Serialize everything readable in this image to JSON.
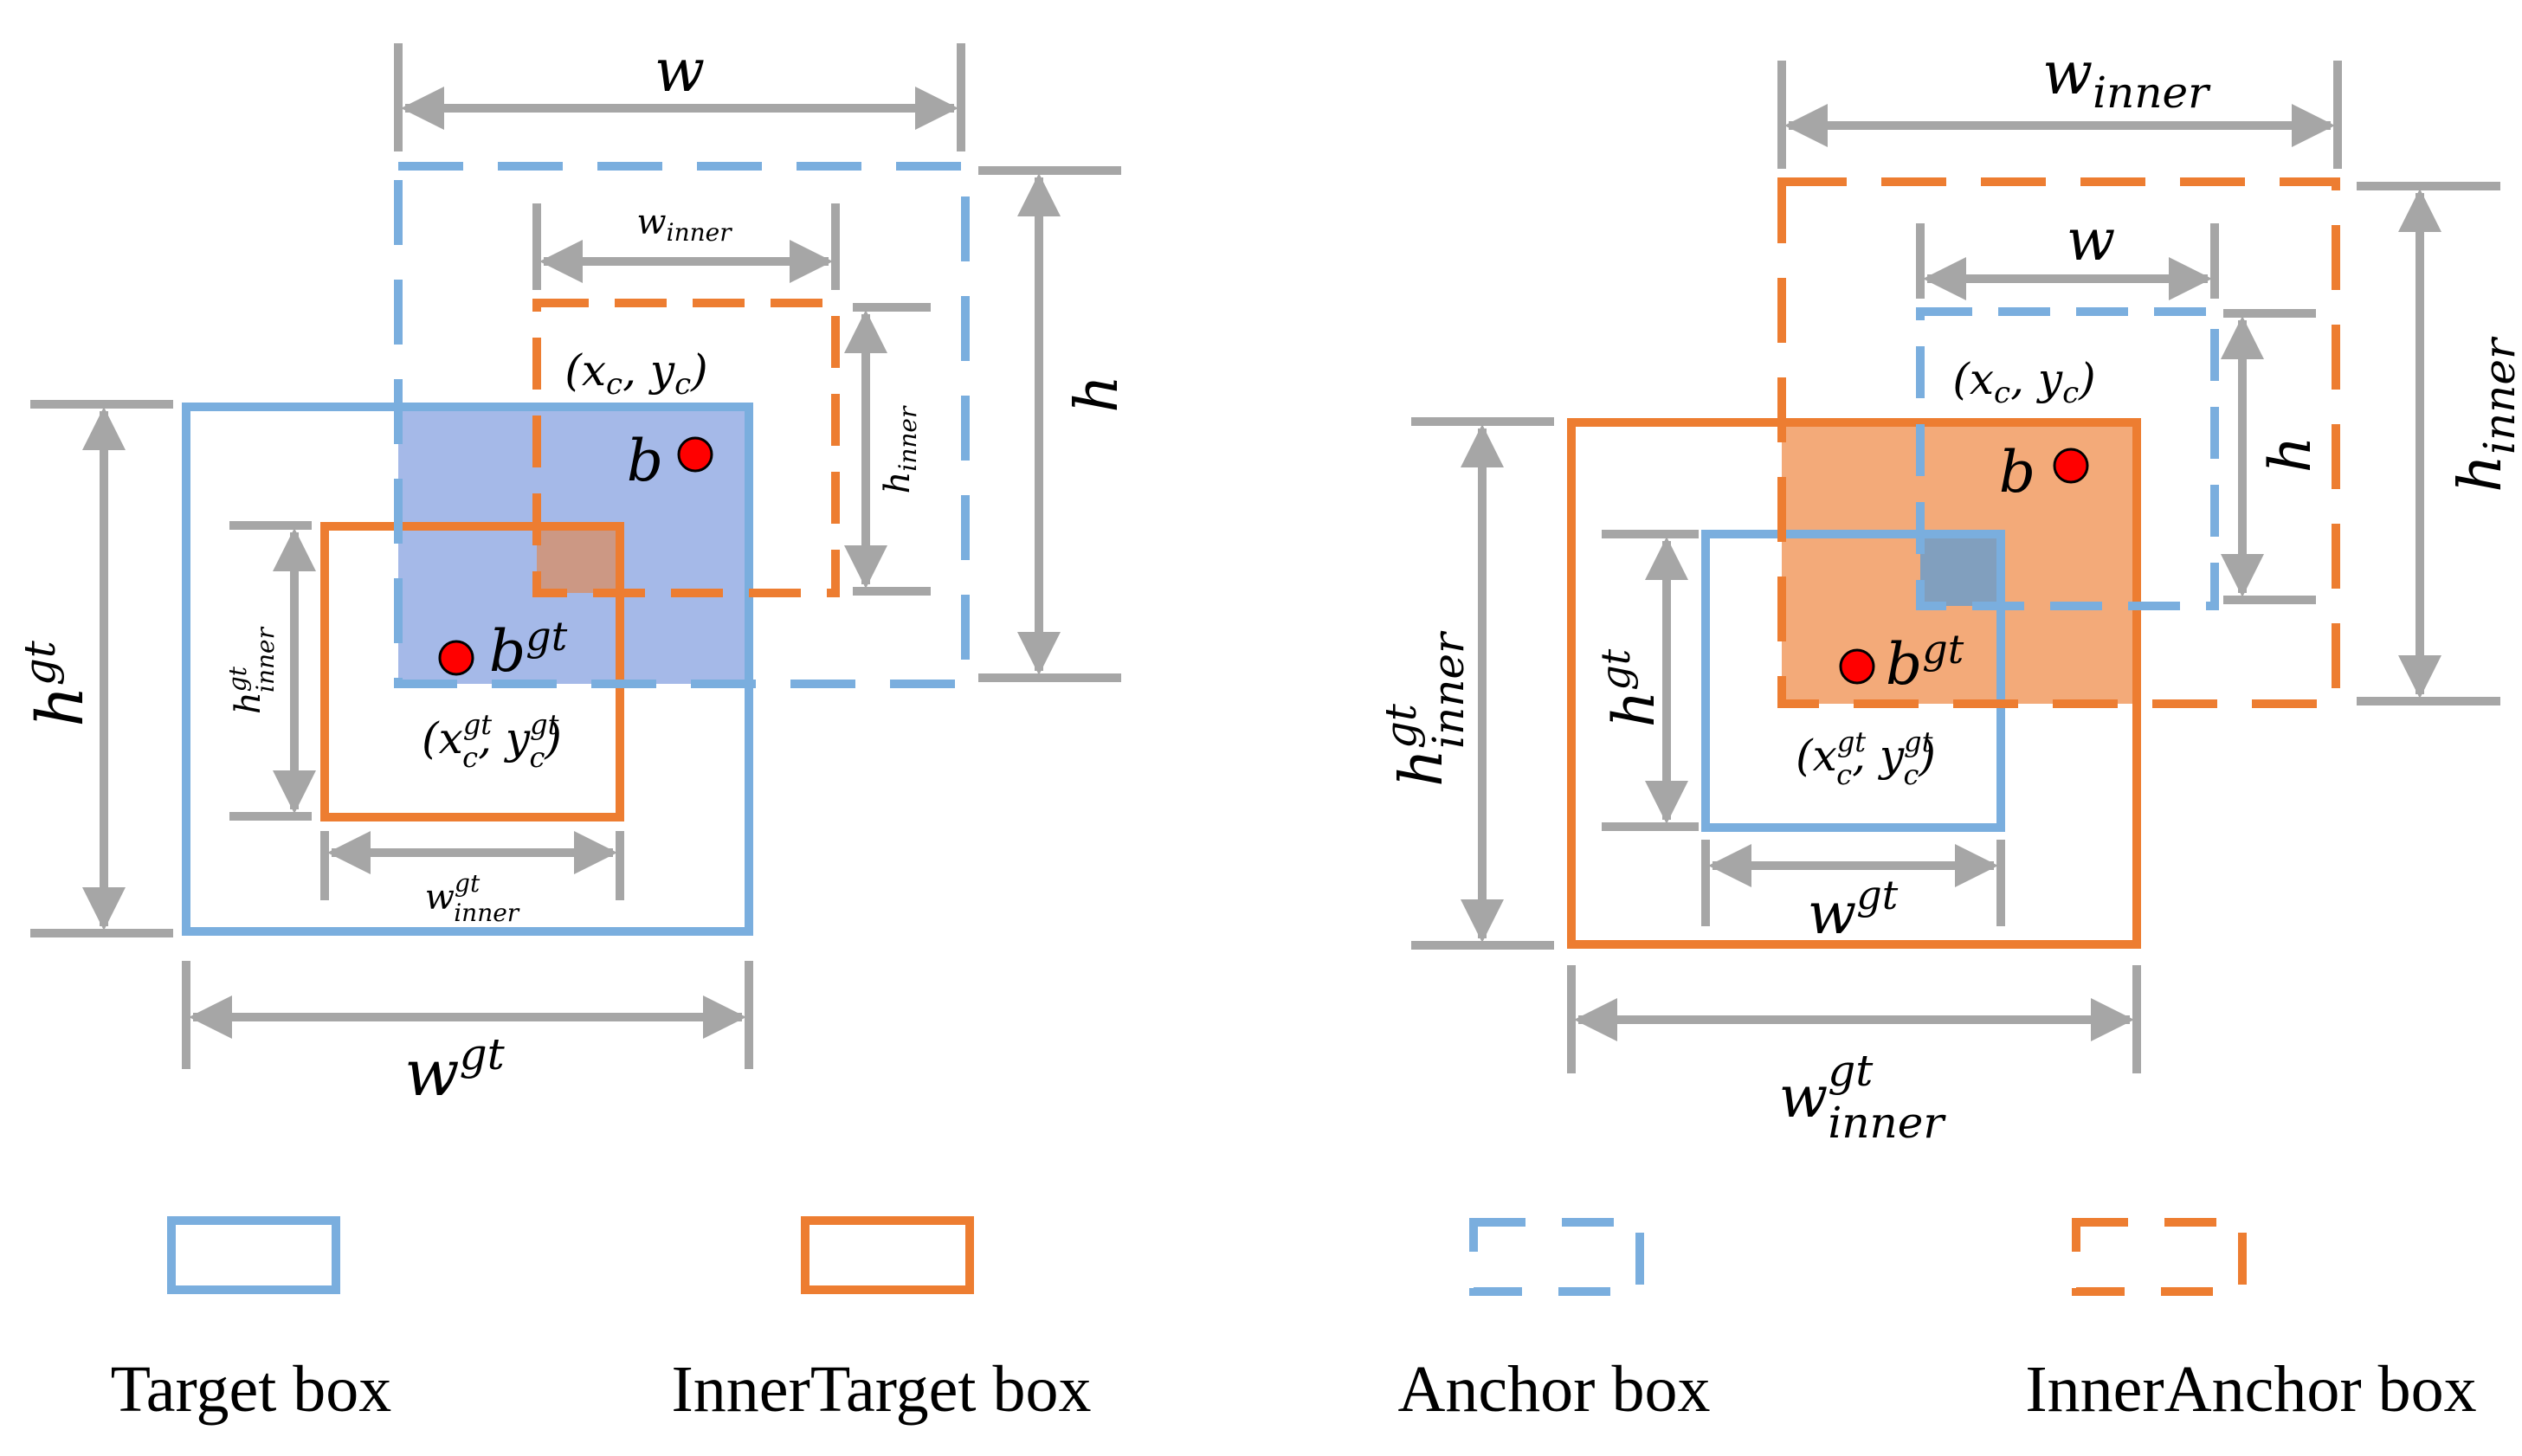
{
  "colors": {
    "blue": "#7aaede",
    "orange": "#ed7d31",
    "gray": "#a6a6a6",
    "red": "#ff0000",
    "blue_fill": "#5b7fd6",
    "orange_fill": "#ed7d31"
  },
  "left": {
    "w": "w",
    "h": "h",
    "w_inner": {
      "base": "w",
      "sub": "inner"
    },
    "h_inner": {
      "base": "h",
      "sub": "inner"
    },
    "hgt": {
      "base": "h",
      "sup": "gt"
    },
    "wgt": {
      "base": "w",
      "sup": "gt"
    },
    "hgt_inner": {
      "base": "h",
      "sup": "gt",
      "sub": "inner"
    },
    "wgt_inner": {
      "base": "w",
      "sup": "gt",
      "sub": "inner"
    },
    "center": {
      "open": "(",
      "x": "x",
      "xsub": "c",
      "sep": ", ",
      "y": "y",
      "ysub": "c",
      "close": ")"
    },
    "center_gt": {
      "open": "(",
      "x": "x",
      "xsub": "c",
      "xsup": "gt",
      "sep": ", ",
      "y": "y",
      "ysub": "c",
      "ysup": "gt",
      "close": ")"
    },
    "b": "b",
    "bgt": {
      "base": "b",
      "sup": "gt"
    }
  },
  "right": {
    "w": "w",
    "h": "h",
    "w_inner": {
      "base": "w",
      "sub": "inner"
    },
    "h_inner": {
      "base": "h",
      "sub": "inner"
    },
    "hgt": {
      "base": "h",
      "sup": "gt"
    },
    "wgt": {
      "base": "w",
      "sup": "gt"
    },
    "hgt_inner": {
      "base": "h",
      "sup": "gt",
      "sub": "inner"
    },
    "wgt_inner": {
      "base": "w",
      "sup": "gt",
      "sub": "inner"
    },
    "center": {
      "open": "(",
      "x": "x",
      "xsub": "c",
      "sep": ", ",
      "y": "y",
      "ysub": "c",
      "close": ")"
    },
    "center_gt": {
      "open": "(",
      "x": "x",
      "xsub": "c",
      "xsup": "gt",
      "sep": ", ",
      "y": "y",
      "ysub": "c",
      "ysup": "gt",
      "close": ")"
    },
    "b": "b",
    "bgt": {
      "base": "b",
      "sup": "gt"
    }
  },
  "legend": {
    "target": "Target box",
    "inner_target": "InnerTarget box",
    "anchor": "Anchor box",
    "inner_anchor": "InnerAnchor box"
  }
}
